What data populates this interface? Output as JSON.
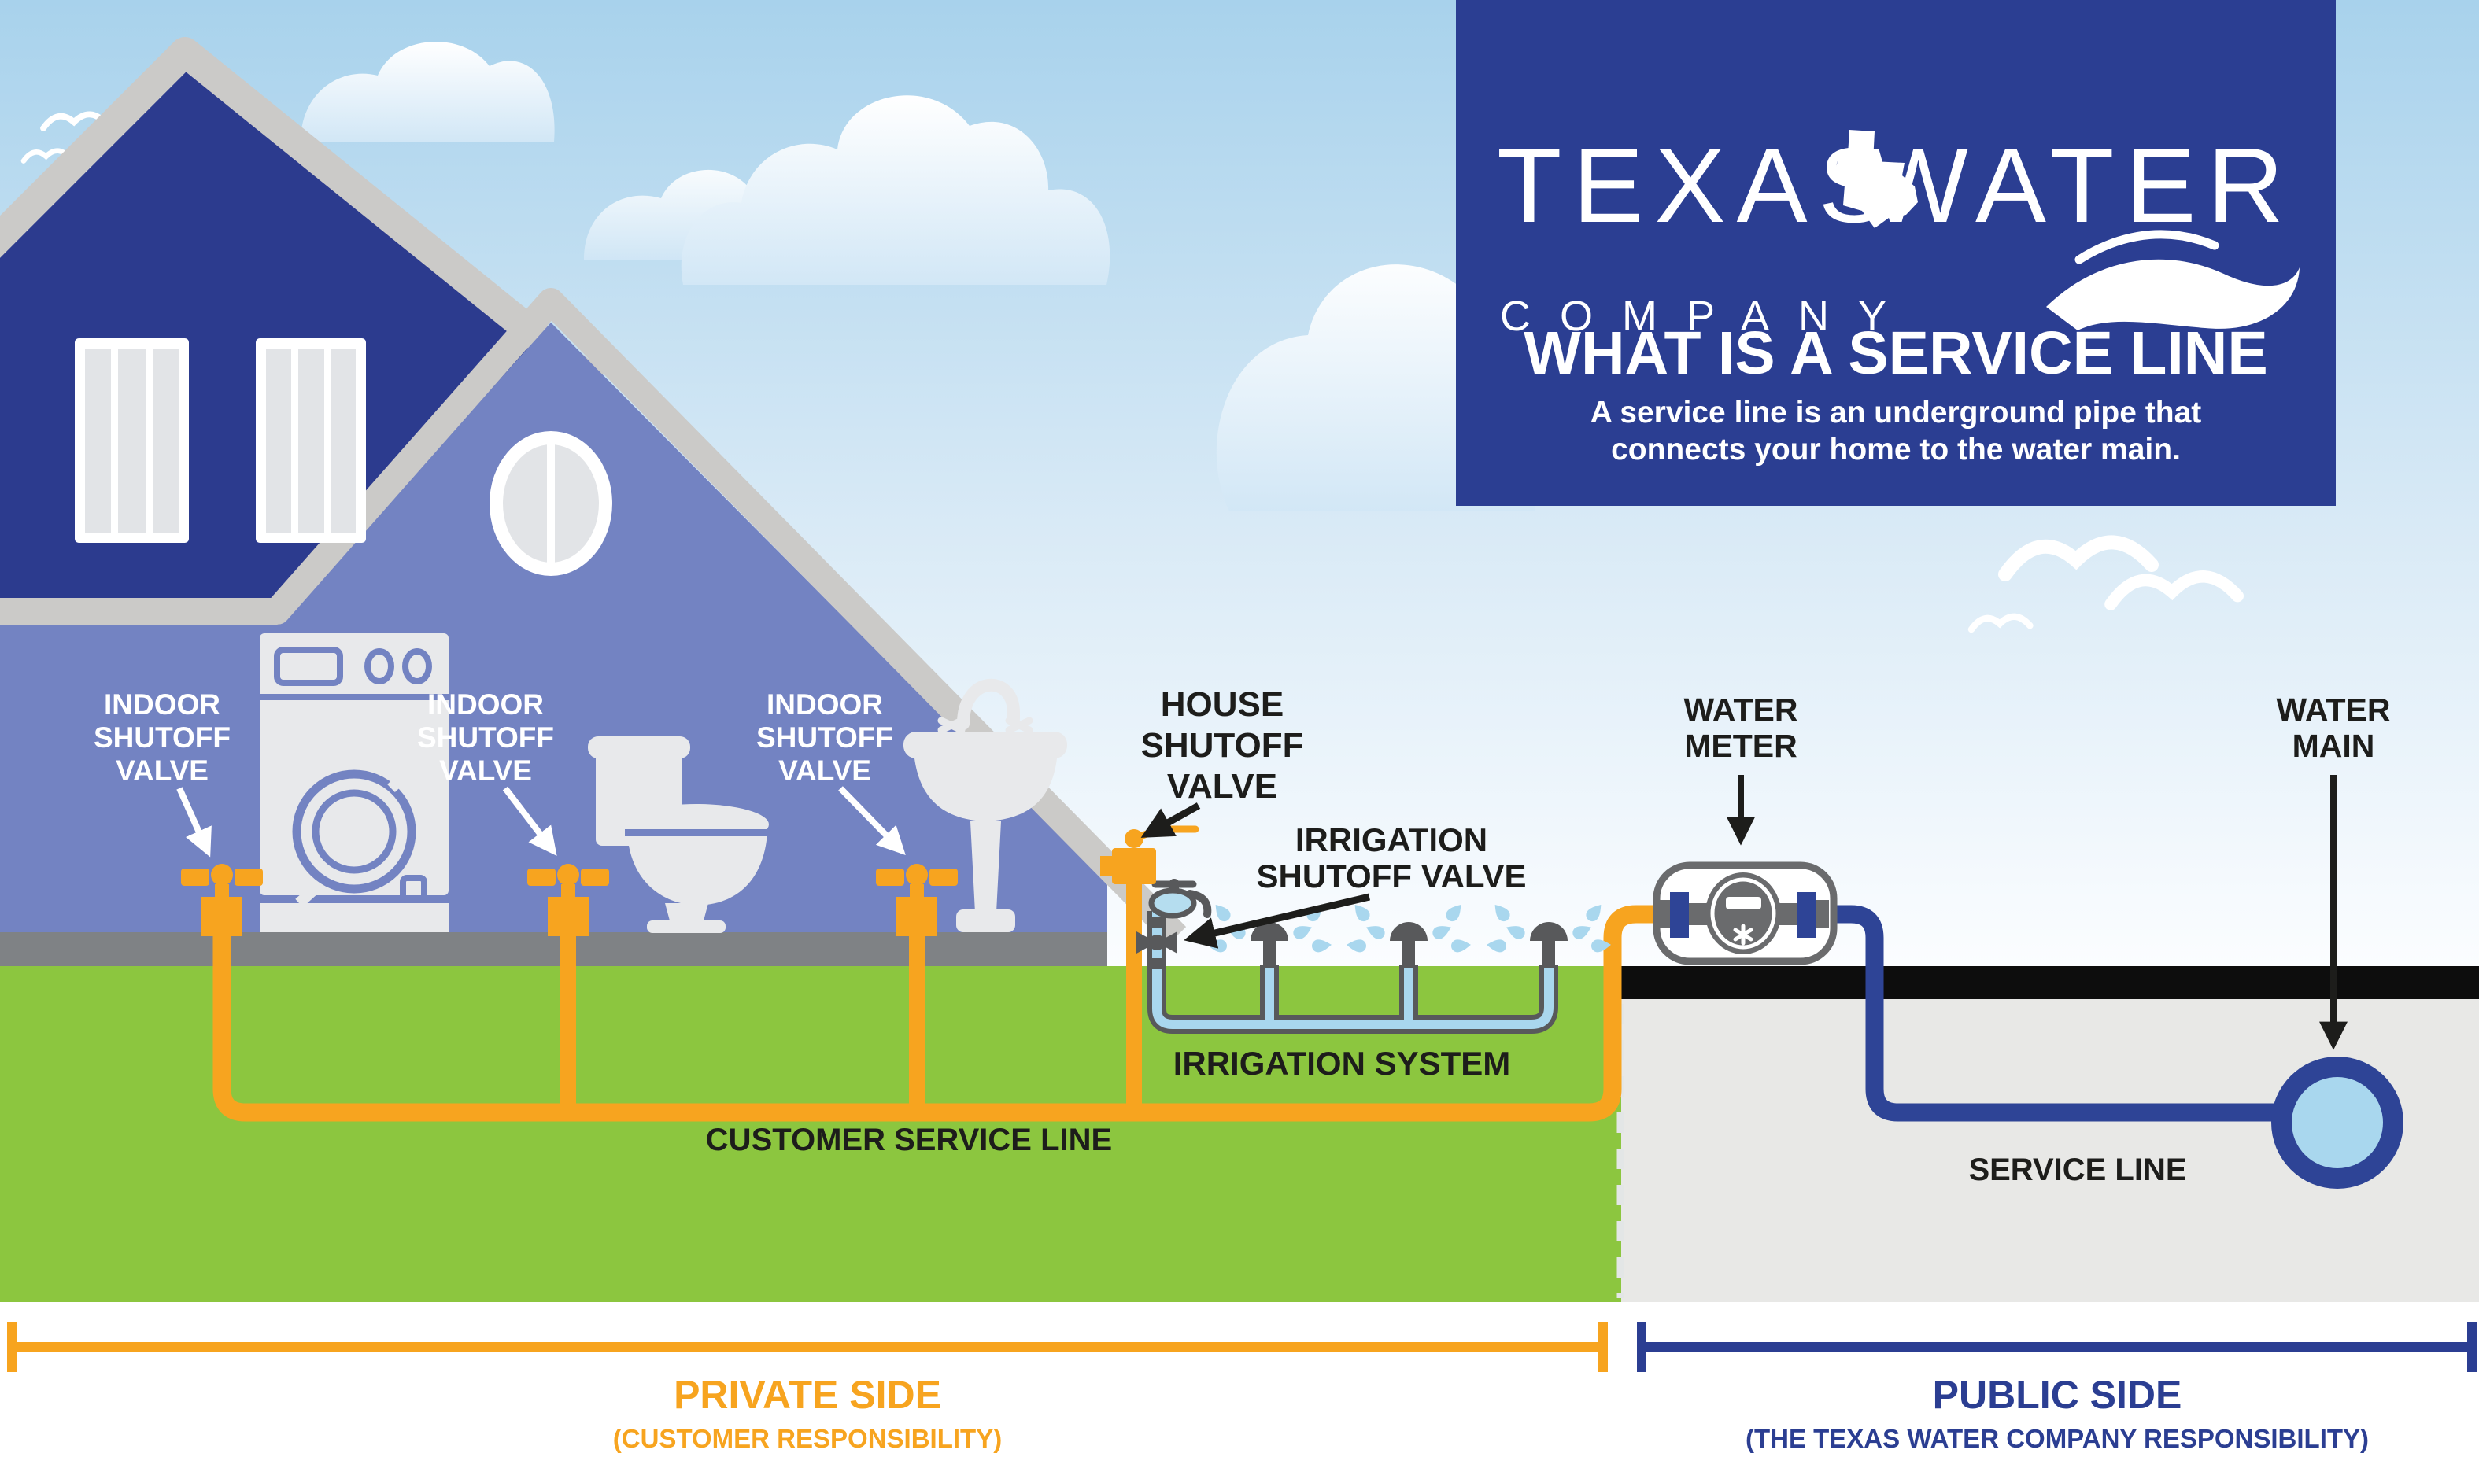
{
  "header": {
    "brand": {
      "word_left": "TEXAS",
      "word_right": "WATER",
      "sub": "COMPANY"
    },
    "title": "WHAT IS A SERVICE LINE",
    "subtitle_line1": "A service line is an underground pipe that",
    "subtitle_line2": "connects your home to the water main.",
    "icons": {
      "state": "texas-state-silhouette-icon",
      "wave": "water-wave-icon"
    }
  },
  "diagram": {
    "indoor_valves": [
      {
        "lines": [
          "INDOOR",
          "SHUTOFF",
          "VALVE"
        ]
      },
      {
        "lines": [
          "INDOOR",
          "SHUTOFF",
          "VALVE"
        ]
      },
      {
        "lines": [
          "INDOOR",
          "SHUTOFF",
          "VALVE"
        ]
      }
    ],
    "house_valve": {
      "lines": [
        "HOUSE",
        "SHUTOFF",
        "VALVE"
      ]
    },
    "irrigation_valve": {
      "lines": [
        "IRRIGATION",
        "SHUTOFF VALVE"
      ]
    },
    "irrigation_system": "IRRIGATION SYSTEM",
    "customer_service_line": "CUSTOMER SERVICE LINE",
    "water_meter": {
      "lines": [
        "WATER",
        "METER"
      ]
    },
    "water_main": {
      "lines": [
        "WATER",
        "MAIN"
      ]
    },
    "service_line": "SERVICE LINE"
  },
  "footer": {
    "private": {
      "title": "PRIVATE SIDE",
      "subtitle": "(CUSTOMER RESPONSIBILITY)"
    },
    "public": {
      "title": "PUBLIC SIDE",
      "subtitle": "(THE TEXAS WATER COMPANY RESPONSIBILITY)"
    }
  },
  "colors": {
    "header_navy": "#2b3e92",
    "house_navy": "#2c3b8e",
    "house_periwinkle": "#7383c2",
    "roof_trim": "#cbcac8",
    "floor_gray": "#7f8285",
    "appliance_gray": "#e8e9eb",
    "pipe_orange": "#f7a41f",
    "grass_green": "#8cc63f",
    "road_black": "#0d0d0d",
    "public_ground": "#e8e8e6",
    "pipe_blue": "#2e4496",
    "water_light_blue": "#a9d7ee",
    "icon_gray": "#58595b",
    "meter_gray": "#6a6b6d",
    "label_black": "#1d1d1b",
    "label_white": "#ffffff",
    "sky_top": "#a8d2ec",
    "sky_bottom": "#fbfdff"
  }
}
